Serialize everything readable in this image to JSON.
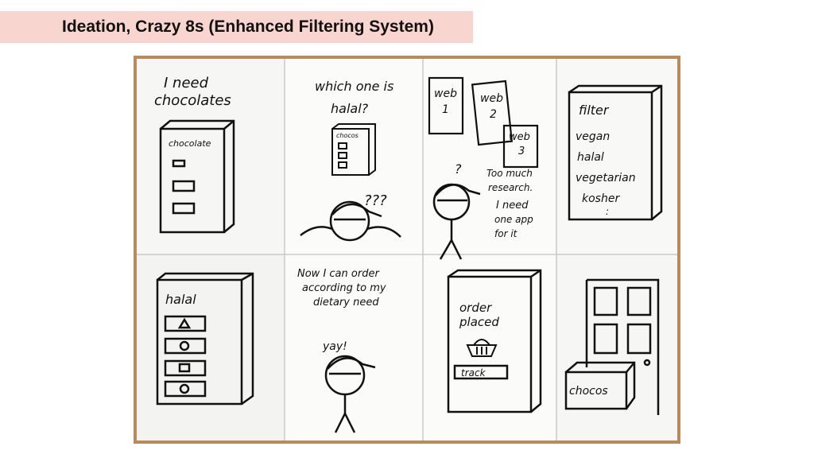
{
  "title": "Ideation, Crazy 8s (Enhanced Filtering System)",
  "panels": {
    "p1": {
      "text_line1": "I need",
      "text_line2": "chocolates",
      "box_label": "chocolate"
    },
    "p2": {
      "text_line1": "which one is",
      "text_line2": "halal?",
      "box_label": "chocos",
      "question": "???"
    },
    "p3": {
      "web1": "web",
      "web1_num": "1",
      "web2": "web",
      "web2_num": "2",
      "web3": "web",
      "web3_num": "3",
      "question": "?",
      "note": [
        "Too much",
        "research.",
        "I need",
        "one app",
        "for it"
      ]
    },
    "p4": {
      "heading": "filter",
      "items": [
        "vegan",
        "halal",
        "vegetarian",
        "kosher",
        ":"
      ]
    },
    "p5": {
      "heading": "halal"
    },
    "p6": {
      "text": [
        "Now I can order",
        "according to my",
        "dietary need"
      ],
      "exclaim": "yay!"
    },
    "p7": {
      "text_line1": "order",
      "text_line2": "placed",
      "button": "track"
    },
    "p8": {
      "box_label": "chocos"
    }
  },
  "colors": {
    "title_bg": "#f8d5cf",
    "paper": "#fafafa",
    "ink": "#111111",
    "wood": "#b98a5a"
  }
}
